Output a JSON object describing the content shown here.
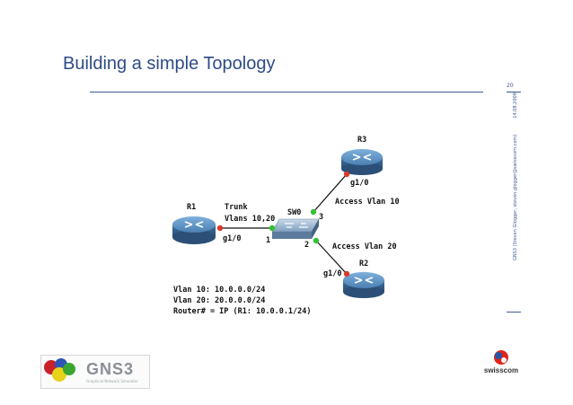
{
  "slide": {
    "title": "Building a simple Topology",
    "page_number": "20",
    "footer_left": "GNS3 (Steven Glogger, steven.glogger@swisscom.com)",
    "footer_date": "14.08.2009"
  },
  "diagram": {
    "nodes": {
      "r1": "R1",
      "r2": "R2",
      "r3": "R3",
      "sw0": "SW0"
    },
    "labels": {
      "trunk": "Trunk",
      "vlans": "Vlans 10,20",
      "r1_port": "g1/0",
      "sw_port_1": "1",
      "sw_port_2": "2",
      "sw_port_3": "3",
      "r3_port": "g1/0",
      "r2_port": "g1/0",
      "access_10": "Access Vlan 10",
      "access_20": "Access Vlan 20"
    },
    "notes": [
      "Vlan 10: 10.0.0.0/24",
      "Vlan 20: 20.0.0.0/24",
      "Router# = IP (R1: 10.0.0.1/24)"
    ],
    "colors": {
      "router": "#4a7fb1",
      "link": "#111111",
      "router_port": "#d93a2b",
      "switch_port": "#33c233"
    }
  },
  "logos": {
    "gns3_name": "GNS3",
    "gns3_sub": "Graphical Network Simulator",
    "swisscom_name": "swisscom"
  }
}
